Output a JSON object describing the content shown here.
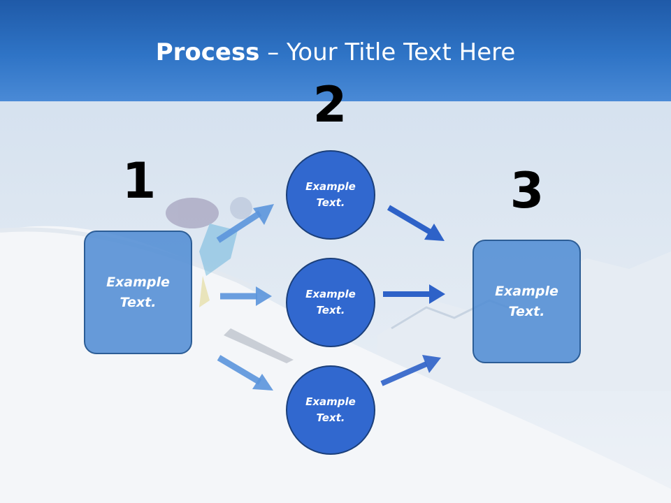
{
  "title": {
    "bold": "Process",
    "rest": " – Your Title Text Here"
  },
  "steps": {
    "one": "1",
    "two": "2",
    "three": "3"
  },
  "boxes": {
    "left": "Example\nText.",
    "right": "Example\nText."
  },
  "circles": {
    "top": "Example\nText.",
    "middle": "Example\nText.",
    "bottom": "Example\nText."
  },
  "colors": {
    "header": "#2f74c6",
    "box": "#528dd4",
    "circle": "#3168cf",
    "arrow_light": "#5b95dc",
    "arrow_dark": "#2e62c8"
  }
}
